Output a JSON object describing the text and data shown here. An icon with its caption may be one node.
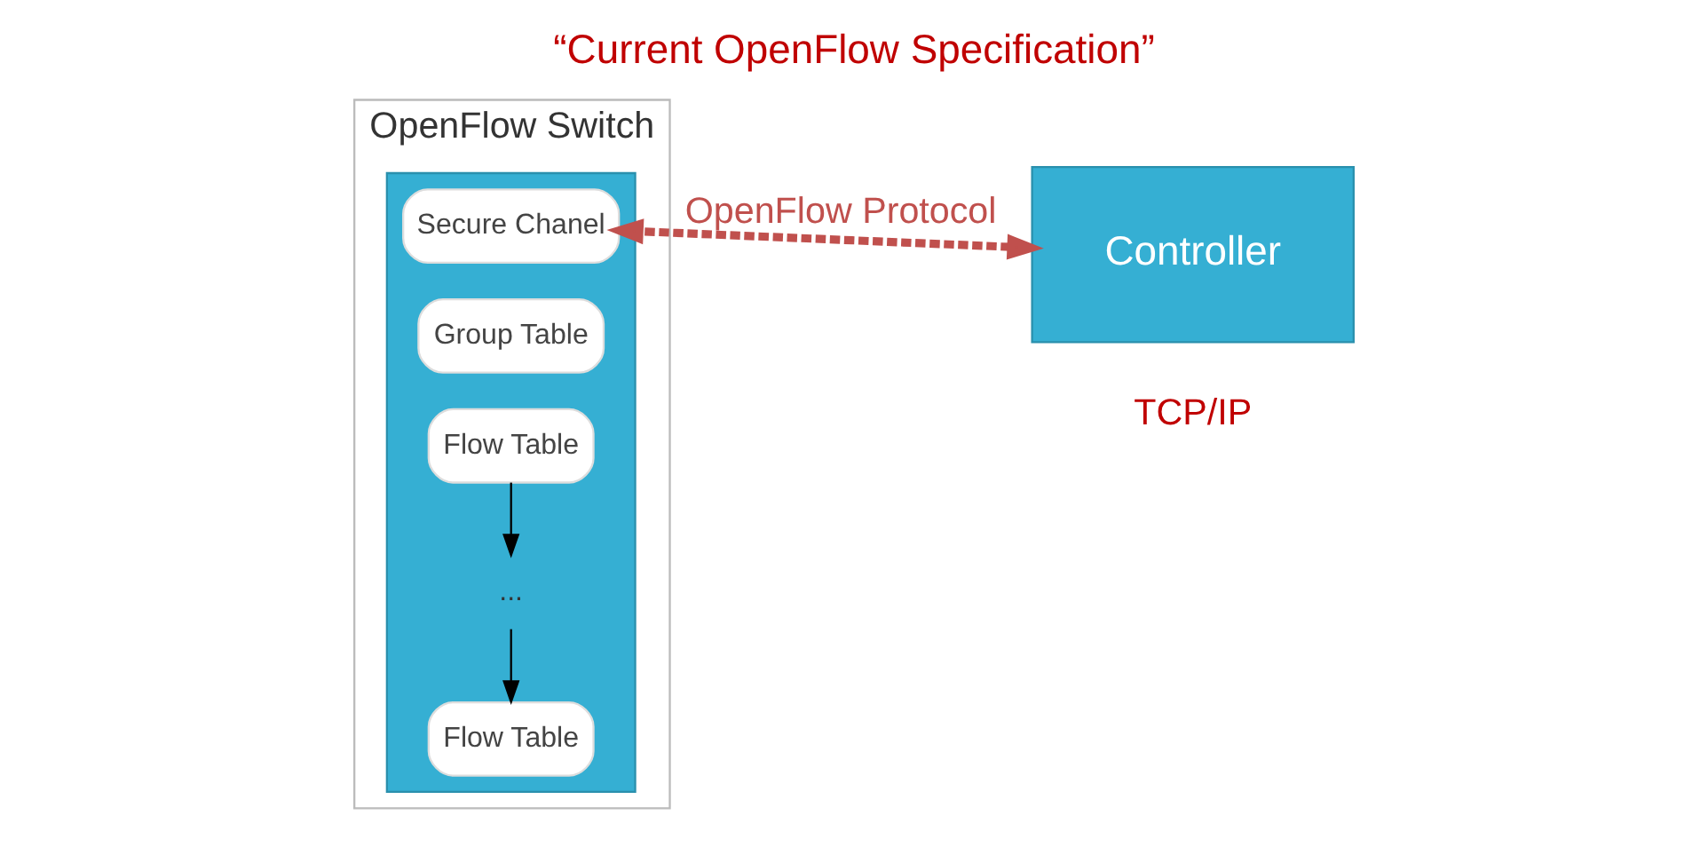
{
  "diagram": {
    "title": "“Current OpenFlow Specification”",
    "nodes": [
      {
        "text": [
          "OpenFlow Switch"
        ]
      },
      {
        "text": [],
        "shape": "box",
        "in": 0
      },
      {
        "text": [
          "Secure Chanel"
        ],
        "in": 1
      },
      {
        "text": [
          "Group Table"
        ],
        "in": 1
      },
      {
        "text": [
          "Flow Table"
        ],
        "in": 1
      },
      {
        "text": [
          "..."
        ],
        "in": 1
      },
      {
        "text": [
          "Flow Table"
        ],
        "in": 1
      },
      {
        "text": [
          "Controller"
        ]
      }
    ],
    "edges": [
      {
        "from": 7,
        "to": 2,
        "arrow": "both",
        "label": "OpenFlow Protocol",
        "style": "dashed",
        "color": "#c0504d"
      },
      {
        "from": 4,
        "to": 5,
        "arrow": "to"
      },
      {
        "from": 5,
        "to": 6,
        "arrow": "to"
      }
    ],
    "labels": [
      "TCP/IP"
    ]
  }
}
